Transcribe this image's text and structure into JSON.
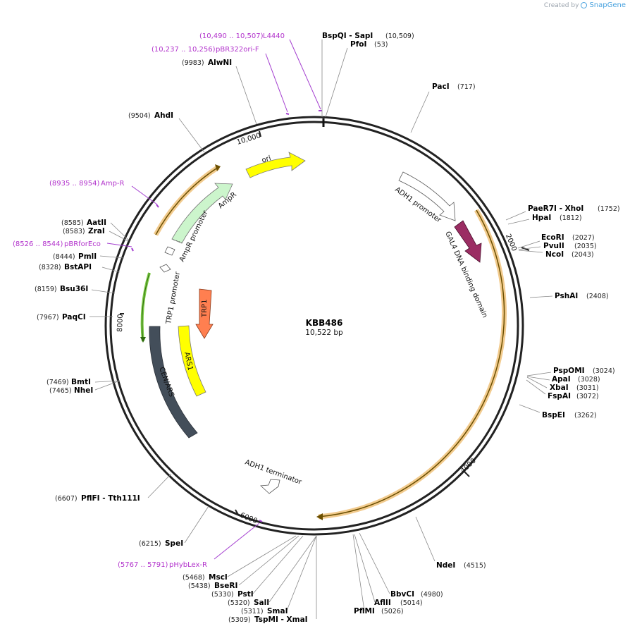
{
  "credit": {
    "created_by": "Created by",
    "brand": "SnapGene",
    "logo_icon": "snapgene-logo-icon"
  },
  "plasmid": {
    "name": "KBB486",
    "length_label": "10,522 bp",
    "length": 10522
  },
  "ticks": [
    {
      "bp": 2000,
      "label": "2000"
    },
    {
      "bp": 4000,
      "label": "4000"
    },
    {
      "bp": 6000,
      "label": "6000"
    },
    {
      "bp": 8000,
      "label": "8000"
    },
    {
      "bp": 10000,
      "label": "10,000"
    }
  ],
  "enzymes": [
    {
      "name": "BspQI  - SapI",
      "pos": "(10,509)"
    },
    {
      "name": "PfoI",
      "pos": "(53)"
    },
    {
      "name": "PacI",
      "pos": "(717)"
    },
    {
      "name": "PaeR7I  - XhoI",
      "pos": "(1752)"
    },
    {
      "name": "HpaI",
      "pos": "(1812)"
    },
    {
      "name": "EcoRI",
      "pos": "(2027)"
    },
    {
      "name": "PvuII",
      "pos": "(2035)"
    },
    {
      "name": "NcoI",
      "pos": "(2043)"
    },
    {
      "name": "PshAI",
      "pos": "(2408)"
    },
    {
      "name": "PspOMI",
      "pos": "(3024)"
    },
    {
      "name": "ApaI",
      "pos": "(3028)"
    },
    {
      "name": "XbaI",
      "pos": "(3031)"
    },
    {
      "name": "FspAI",
      "pos": "(3072)"
    },
    {
      "name": "BspEI",
      "pos": "(3262)"
    },
    {
      "name": "NdeI",
      "pos": "(4515)"
    },
    {
      "name": "BbvCI",
      "pos": "(4980)"
    },
    {
      "name": "AflII",
      "pos": "(5014)"
    },
    {
      "name": "PflMI",
      "pos": "(5026)"
    },
    {
      "name": "TspMI  - XmaI",
      "pos": "(5309)"
    },
    {
      "name": "SmaI",
      "pos": "(5311)"
    },
    {
      "name": "SalI",
      "pos": "(5320)"
    },
    {
      "name": "PstI",
      "pos": "(5330)"
    },
    {
      "name": "BseRI",
      "pos": "(5438)"
    },
    {
      "name": "MscI",
      "pos": "(5468)"
    },
    {
      "name": "SpeI",
      "pos": "(6215)"
    },
    {
      "name": "PflFI  - Tth111I",
      "pos": "(6607)"
    },
    {
      "name": "NheI",
      "pos": "(7465)"
    },
    {
      "name": "BmtI",
      "pos": "(7469)"
    },
    {
      "name": "PaqCI",
      "pos": "(7967)"
    },
    {
      "name": "Bsu36I",
      "pos": "(8159)"
    },
    {
      "name": "BstAPI",
      "pos": "(8328)"
    },
    {
      "name": "PmlI",
      "pos": "(8444)"
    },
    {
      "name": "ZraI",
      "pos": "(8583)"
    },
    {
      "name": "AatII",
      "pos": "(8585)"
    },
    {
      "name": "AhdI",
      "pos": "(9504)"
    },
    {
      "name": "AlwNI",
      "pos": "(9983)"
    }
  ],
  "primers": [
    {
      "name": "L4440",
      "range": "(10,490 .. 10,507)"
    },
    {
      "name": "pBR322ori-F",
      "range": "(10,237 .. 10,256)"
    },
    {
      "name": "Amp-R",
      "range": "(8935 .. 8954)"
    },
    {
      "name": "pBRforEco",
      "range": "(8526 .. 8544)"
    },
    {
      "name": "pHybLex-R",
      "range": "(5767 .. 5791)"
    }
  ],
  "features": [
    {
      "name": "ori",
      "color": "#ffff00"
    },
    {
      "name": "AmpR",
      "color": "#ccf5cc"
    },
    {
      "name": "AmpR promoter",
      "color": "#ffffff"
    },
    {
      "name": "TRP1 promoter",
      "color": "#ffffff"
    },
    {
      "name": "TRP1",
      "color": "#ff7f50"
    },
    {
      "name": "ARS1",
      "color": "#ffff00"
    },
    {
      "name": "CEN/ARS",
      "color": "#434e5a"
    },
    {
      "name": "ADH1 promoter",
      "color": "#ffffff"
    },
    {
      "name": "GAL4 DNA binding domain",
      "color": "#9b2d63"
    },
    {
      "name": "ADH1 terminator",
      "color": "#ffffff"
    }
  ],
  "colors": {
    "orf_fill": "#f0c27a",
    "orf_stroke": "#7a5a00",
    "trp_orf": "#7ac943",
    "primer": "#a43fd0",
    "backbone": "#222222"
  }
}
